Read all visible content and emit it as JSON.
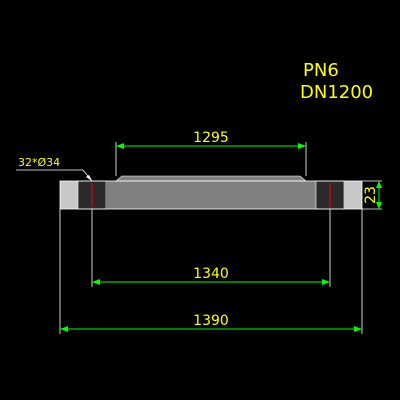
{
  "spec": {
    "pressure": "PN6",
    "nominal_diameter": "DN1200"
  },
  "dimensions": {
    "raised_face": "1295",
    "bolt_circle": "1340",
    "outer_diameter": "1390",
    "thickness": "23"
  },
  "holes": {
    "callout": "32*Ø34"
  },
  "colors": {
    "background": "#000000",
    "dimension": "#00ff00",
    "dimension_text": "#ffff00",
    "extension": "#ffffff",
    "flange_body": "#808080",
    "flange_end": "#c8c8c8",
    "bolt_centerline": "#ff0000",
    "outline": "#ffffff"
  }
}
